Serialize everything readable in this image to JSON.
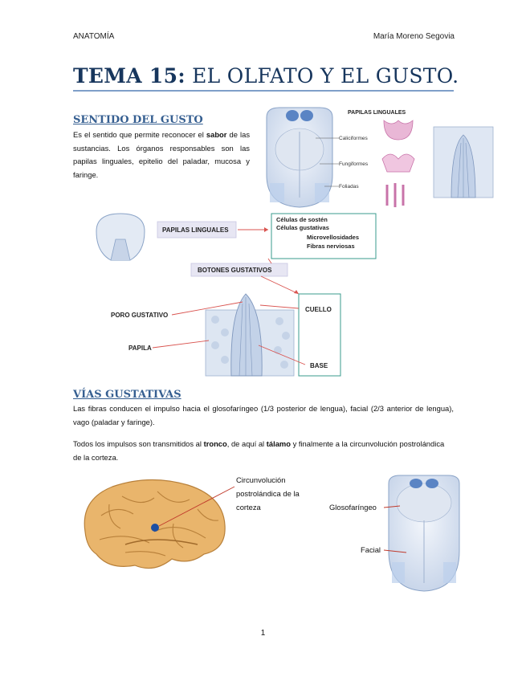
{
  "header": {
    "left": "ANATOMÍA",
    "right": "María Moreno Segovia"
  },
  "title": {
    "bold": "TEMA 15:",
    "rest": " EL OLFATO Y EL GUSTO."
  },
  "section1": {
    "heading": "SENTIDO DEL GUSTO",
    "p_before": "Es el sentido que permite reconocer el ",
    "p_bold": "sabor",
    "p_after": " de las sustancias. Los órganos responsables son las papilas linguales, epitelio del paladar, mucosa y faringe."
  },
  "figure1": {
    "title": "PAPILAS LINGUALES",
    "labels": [
      "Caliciformes",
      "Fungiformes",
      "Foliadas"
    ]
  },
  "figure2": {
    "papilas": "PAPILAS LINGUALES",
    "botones": "BOTONES GUSTATIVOS",
    "cells": [
      "Células de sostén",
      "Células gustativas",
      "Microvellosidades",
      "Fibras nerviosas"
    ],
    "poro": "PORO GUSTATIVO",
    "papila": "PAPILA",
    "cuello": "CUELLO",
    "base": "BASE"
  },
  "section2": {
    "heading": "VÍAS GUSTATIVAS",
    "p1": "Las fibras conducen el impulso hacia el glosofaríngeo (1/3 posterior de lengua), facial (2/3 anterior de lengua), vago (paladar y faringe).",
    "p2_a": "Todos los impulsos son transmitidos al ",
    "p2_b": "tronco",
    "p2_c": ", de aquí al ",
    "p2_d": "tálamo",
    "p2_e": " y finalmente a la circunvolución postrolándica de la corteza."
  },
  "figure3": {
    "cortex_label": [
      "Circunvolución",
      "postrolándica de la",
      "corteza"
    ],
    "glosofaringeo": "Glosofaríngeo",
    "facial": "Facial"
  },
  "page_number": "1"
}
